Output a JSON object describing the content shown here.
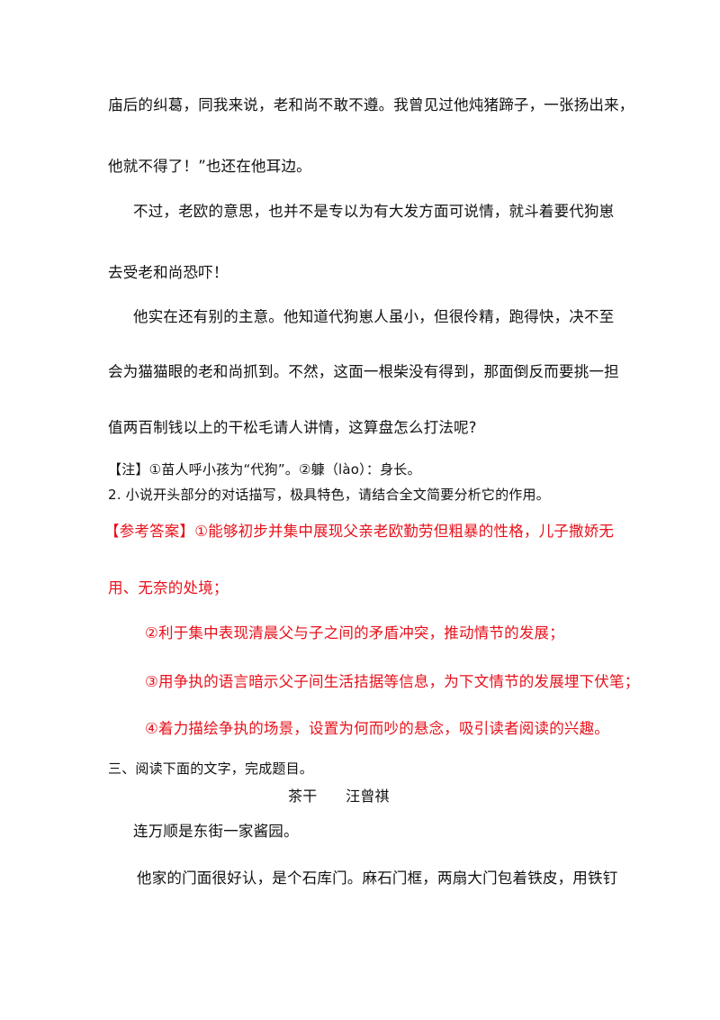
{
  "passage1": {
    "lines": [
      "庙后的纠葛，同我来说，老和尚不敢不遵。我曾见过他炖猪蹄子，一张扬出来，",
      "他就不得了！”也还在他耳边。",
      "不过，老欧的意思，也并不是专以为有大发方面可说情，就斗着要代狗崽",
      "去受老和尚恐吓！",
      "他实在还有别的主意。他知道代狗崽人虽小，但很伶精，跑得快，决不至",
      "会为猫猫眼的老和尚抓到。不然，这面一根柴没有得到，那面倒反而要挑一担",
      "值两百制钱以上的干松毛请人讲情，这算盘怎么打法呢?"
    ],
    "note": "【注】①苗人呼小孩为“代狗”。②躿（lào）：身长。"
  },
  "question2": "2.  小说开头部分的对话描写，极具特色，请结合全文简要分析它的作用。",
  "answer": {
    "lines": [
      "【参考答案】①能够初步并集中展现父亲老欧勤劳但粗暴的性格，儿子撒娇无",
      "用、无奈的处境；",
      "②利于集中表现清晨父与子之间的矛盾冲突，推动情节的发展；",
      "③用争执的语言暗示父子间生活拮据等信息，为下文情节的发展埋下伏笔；",
      "④着力描绘争执的场景，设置为何而吵的悬念，吸引读者阅读的兴趣。"
    ]
  },
  "section3": {
    "heading": "三、阅读下面的文字，完成题目。",
    "title": "茶干      汪曾祺",
    "lines": [
      "连万顺是东街一家酱园。",
      "他家的门面很好认，是个石库门。麻石门框，两扇大门包着铁皮，用铁钉"
    ]
  },
  "colors": {
    "text": "#111111",
    "answer": "#e8101a",
    "background": "#ffffff"
  }
}
